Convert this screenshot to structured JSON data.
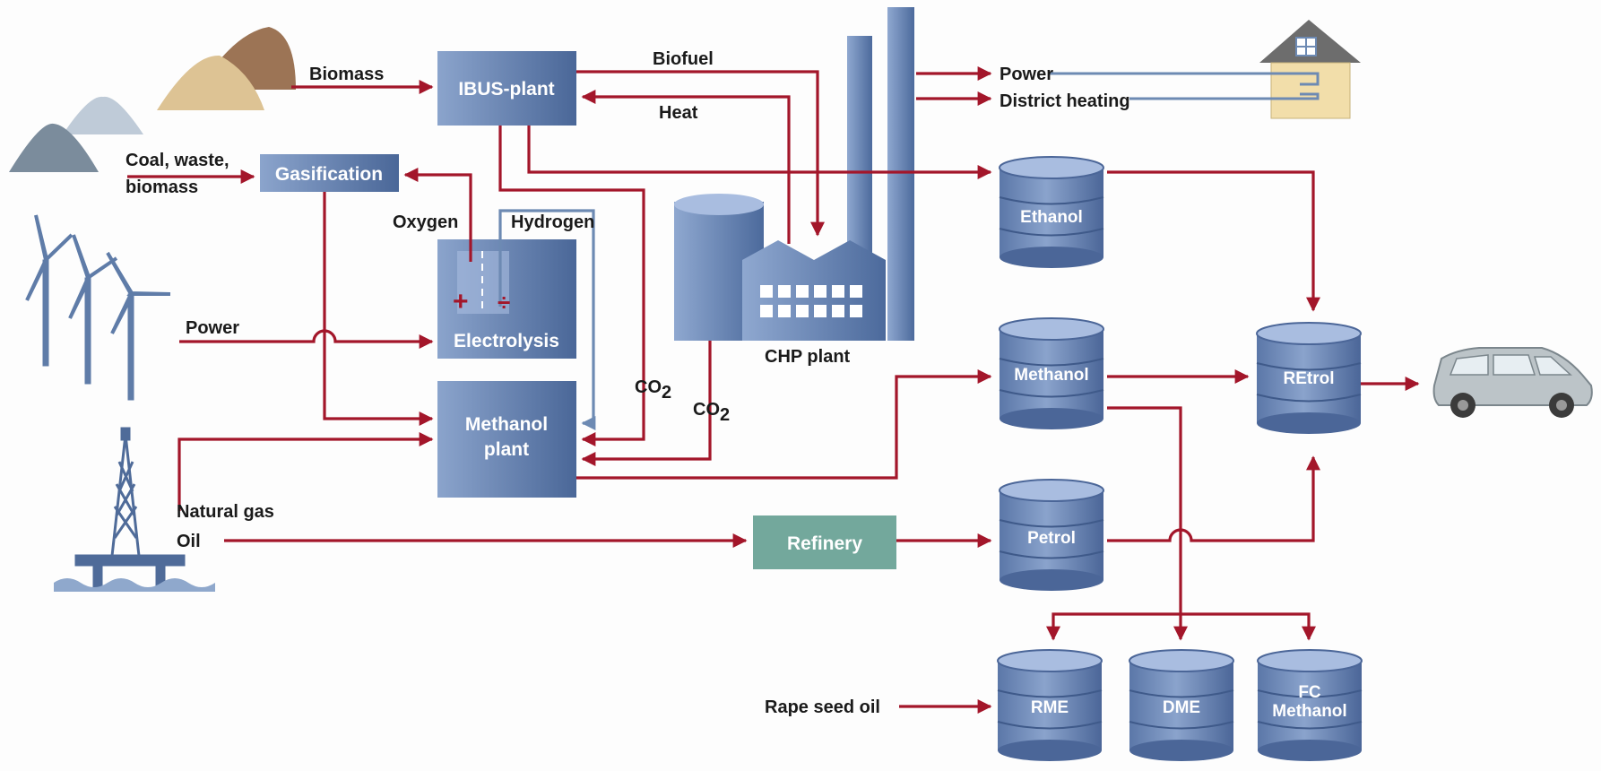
{
  "colors": {
    "arrow": "#a3162a",
    "hydrogen_line": "#6d8ab3",
    "box_blue": "#5a77a6",
    "refinery": "#73a89c",
    "house": "#f2deaa"
  },
  "boxes": {
    "ibus": "IBUS-plant",
    "gasification": "Gasification",
    "electrolysis": "Electrolysis",
    "methanol_plant_line1": "Methanol",
    "methanol_plant_line2": "plant",
    "refinery": "Refinery"
  },
  "labels": {
    "biomass": "Biomass",
    "biofuel": "Biofuel",
    "heat": "Heat",
    "power_out": "Power",
    "district_heating": "District heating",
    "coal_line1": "Coal, waste,",
    "coal_line2": "biomass",
    "oxygen": "Oxygen",
    "hydrogen": "Hydrogen",
    "power_in": "Power",
    "chp_plant": "CHP plant",
    "co2_a": "CO",
    "co2_b": "CO",
    "co2_sub": "2",
    "natural_gas": "Natural gas",
    "oil": "Oil",
    "rape_seed_oil": "Rape seed oil",
    "plus_sign": "+",
    "minus_sign": "÷"
  },
  "barrels": {
    "ethanol": "Ethanol",
    "methanol": "Methanol",
    "petrol": "Petrol",
    "retrol": "REtrol",
    "rme": "RME",
    "dme": "DME",
    "fc_line1": "FC",
    "fc_line2": "Methanol"
  },
  "icons": [
    "biomass-piles-icon",
    "coal-piles-icon",
    "wind-turbines-icon",
    "oil-rig-icon",
    "house-icon",
    "car-icon",
    "chp-factory-icon"
  ]
}
